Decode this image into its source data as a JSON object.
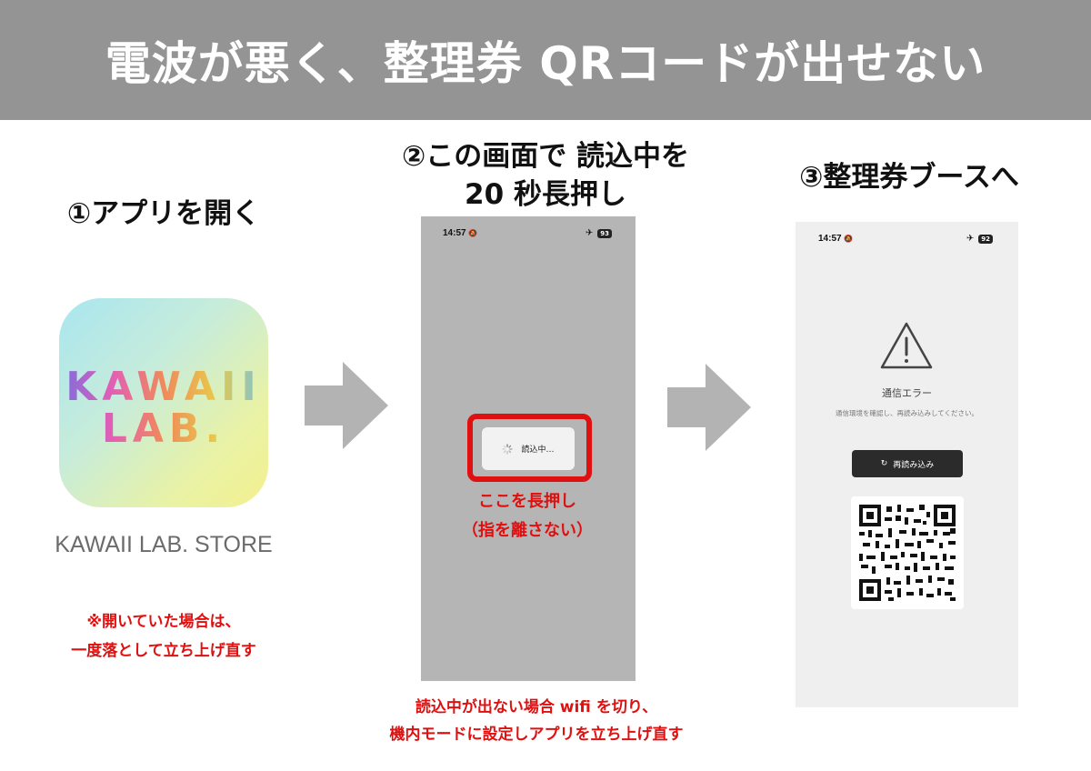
{
  "banner": {
    "title": "電波が悪く、整理券 QRコードが出せない"
  },
  "steps": {
    "step1": {
      "title": "①アプリを開く"
    },
    "step2": {
      "title_line1": "②この画面で 読込中を",
      "title_line2": "20 秒長押し"
    },
    "step3": {
      "title": "③整理券ブースへ"
    }
  },
  "app": {
    "logo_line1": "KAWAII",
    "logo_line2": "LAB.",
    "store_label": "KAWAII LAB. STORE",
    "note_line1": "※開いていた場合は、",
    "note_line2": "一度落として立ち上げ直す"
  },
  "phone1": {
    "time": "14:57",
    "battery": "93",
    "loading_text": "読込中…",
    "press_note_line1": "ここを長押し",
    "press_note_line2": "（指を離さない）"
  },
  "footer_note": {
    "line1": "読込中が出ない場合 wifi を切り、",
    "line2": "機内モードに設定しアプリを立ち上げ直す"
  },
  "phone2": {
    "time": "14:57",
    "battery": "92",
    "error_title": "通信エラー",
    "error_desc": "通信環境を確認し、再読み込みしてください。",
    "reload_label": "再読み込み"
  },
  "colors": {
    "banner": "#949494",
    "accent_red": "#e01010",
    "arrow": "#b3b3b3"
  },
  "icons": [
    "bell-off-icon",
    "airplane-icon",
    "battery-icon",
    "spinner-icon",
    "warning-icon",
    "reload-icon",
    "qr-code",
    "arrow-right-icon"
  ]
}
